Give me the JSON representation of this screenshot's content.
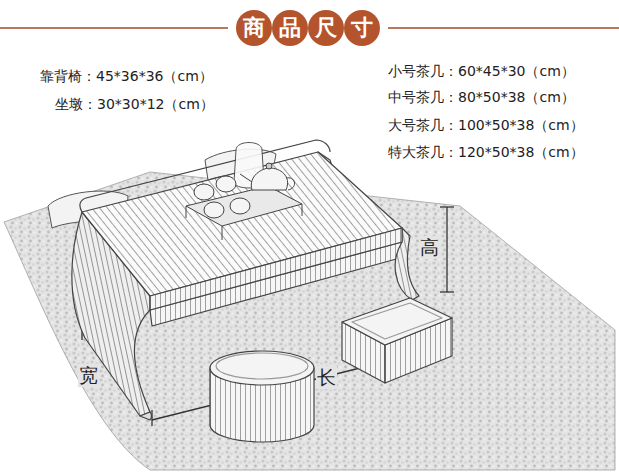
{
  "diagram": {
    "title": "商品尺寸",
    "labels": [
      "靠背椅：45*36*36（cm）",
      "坐墩：30*30*12（cm）",
      "小号茶几：60*45*30（cm）",
      "中号茶几：80*50*38（cm）",
      "大号茶几：100*50*38（cm）",
      "特大茶几：120*50*38（cm）",
      "高",
      "宽",
      "长"
    ]
  }
}
